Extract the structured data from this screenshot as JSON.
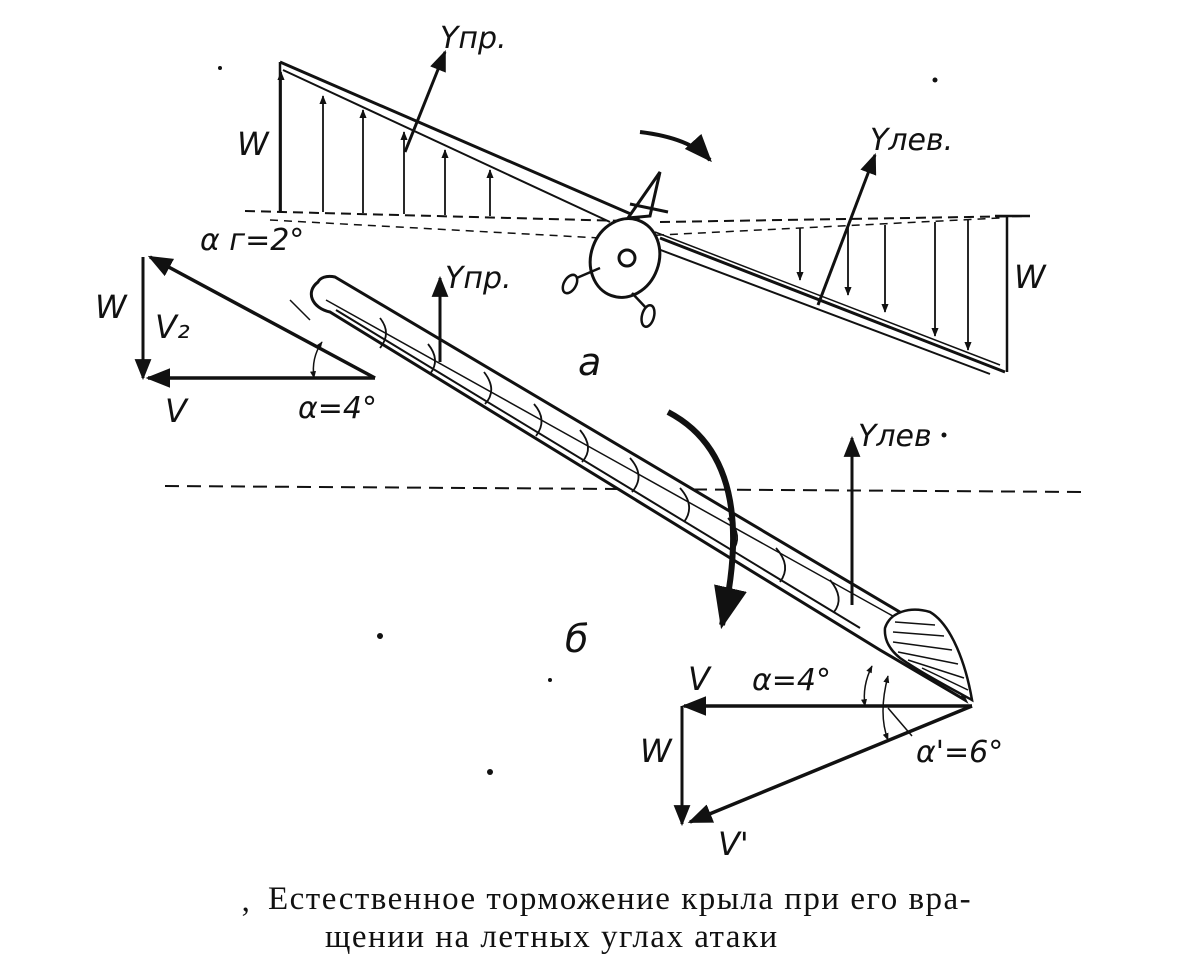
{
  "labels": {
    "y_right_top": "Yпр.",
    "y_left_top": "Yлев.",
    "w_left_top": "W",
    "w_right_top": "W",
    "fig_a": "а",
    "alpha_g": "α г=2°",
    "y_right_mid": "Yпр.",
    "w_left_mid": "W",
    "v2": "V₂",
    "v_left": "V",
    "alpha_left": "α=4°",
    "y_left_mid": "Yлев",
    "fig_b": "б",
    "v_right": "V",
    "alpha_right": "α=4°",
    "w_right_bottom": "W",
    "alpha_prime": "α'=6°",
    "v_prime": "V'"
  },
  "caption": {
    "mark": "‚",
    "line1": "Естественное торможение крыла при его вра-",
    "line2": "щении на летных углах атаки"
  }
}
